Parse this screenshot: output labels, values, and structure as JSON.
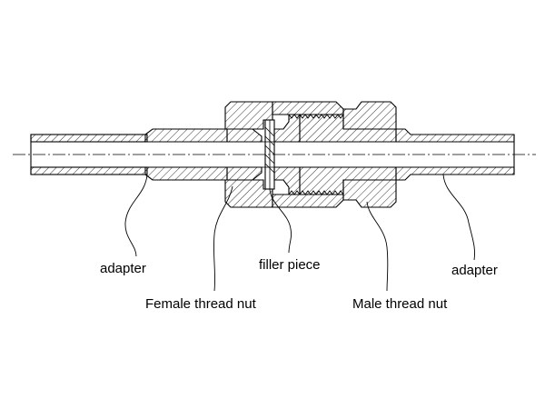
{
  "labels": {
    "adapter_left": "adapter",
    "filler_piece": "filler piece",
    "adapter_right": "adapter",
    "female_nut": "Female thread nut",
    "male_nut": "Male thread nut"
  },
  "colors": {
    "line": "#000000",
    "background": "#ffffff"
  }
}
